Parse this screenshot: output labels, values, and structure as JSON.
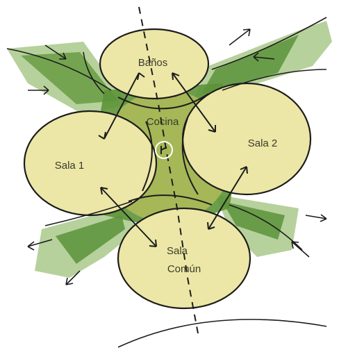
{
  "diagram": {
    "rooms": {
      "banos": "Baños",
      "cocina": "Cocina",
      "sala1": "Sala 1",
      "sala2": "Sala 2",
      "sala_comun_line1": "Sala",
      "sala_comun_line2": "Común"
    },
    "colors": {
      "bubble_fill": "#ece7a6",
      "bubble_stroke": "#1c1c1c",
      "green_dark": "#4f8a2e",
      "green_light": "#a9c98a",
      "core_yellow": "#d6cc63"
    }
  }
}
